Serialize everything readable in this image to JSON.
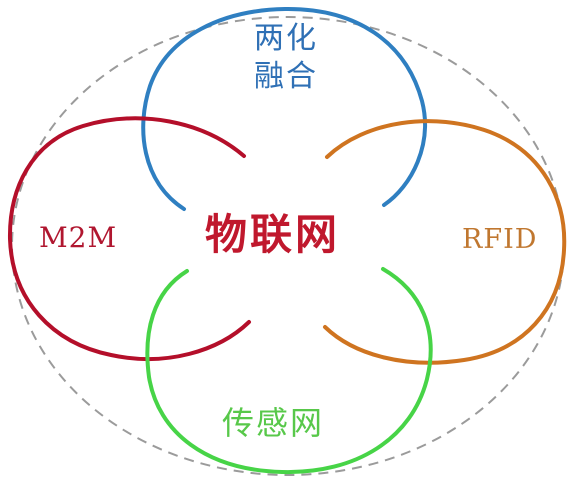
{
  "diagram": {
    "center": {
      "text": "物联网",
      "color": "#c0182d"
    },
    "top": {
      "text": "两化\n融合",
      "color": "#2f70b5",
      "stroke": "#2f7fc1"
    },
    "left": {
      "text": "M2M",
      "color": "#b0162f",
      "stroke": "#b40f2a"
    },
    "right": {
      "text": "RFID",
      "color": "#c0772f",
      "stroke": "#cf7420"
    },
    "bottom": {
      "text": "传感网",
      "color": "#58c84a",
      "stroke": "#47d447"
    },
    "outer": {
      "stroke": "#9b9b9b"
    }
  }
}
